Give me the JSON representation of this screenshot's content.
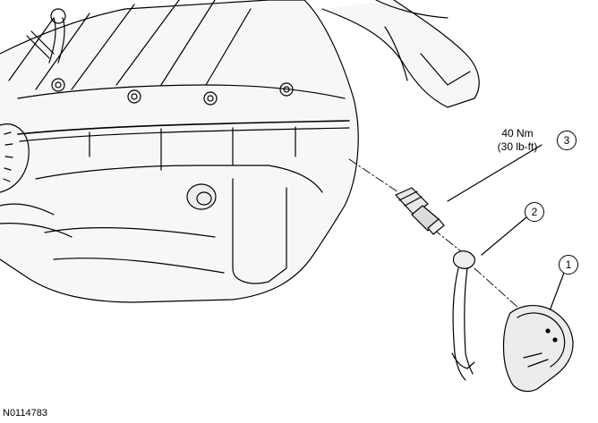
{
  "torque_spec": {
    "line1": "40 Nm",
    "line2": "(30 lb-ft)"
  },
  "callouts": [
    "1",
    "2",
    "3"
  ],
  "figure_id": "N0114783"
}
